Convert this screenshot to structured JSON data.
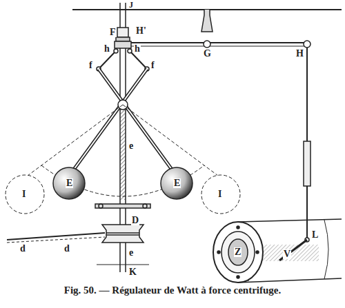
{
  "diagram": {
    "caption": "Fig. 50. — Régulateur de Watt à force centrifuge.",
    "labels": [
      "J",
      "F",
      "H'",
      "h",
      "h",
      "G",
      "H",
      "f",
      "f",
      "I",
      "I",
      "E",
      "E",
      "e",
      "D",
      "d",
      "d",
      "e",
      "K",
      "L",
      "V",
      "Z"
    ]
  }
}
